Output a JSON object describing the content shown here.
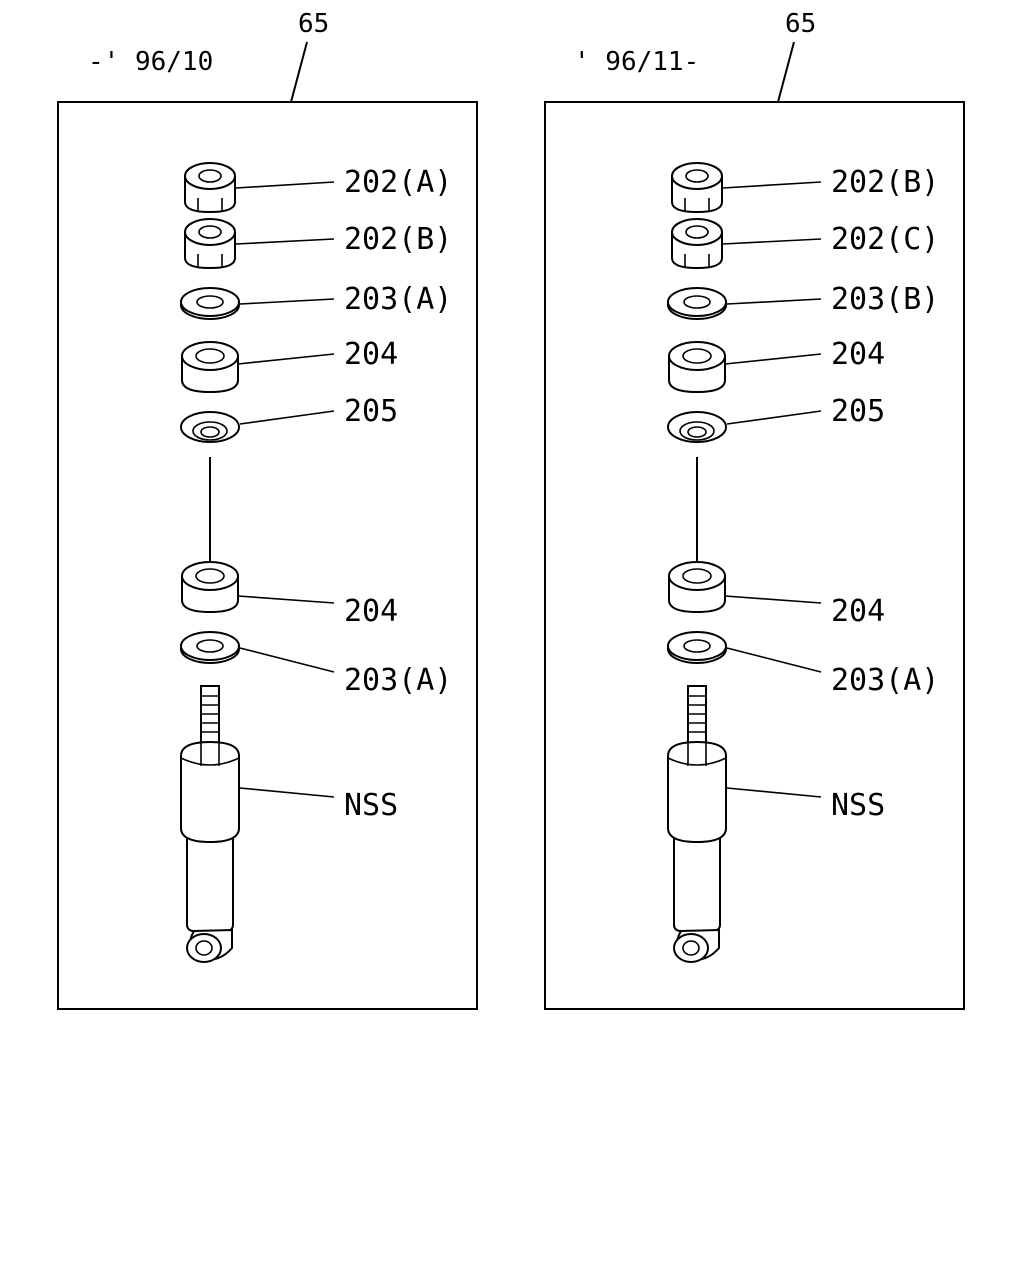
{
  "panels": [
    {
      "ref": "65",
      "date_range": "-' 96/10",
      "parts": [
        "202(A)",
        "202(B)",
        "203(A)",
        "204",
        "205",
        "204",
        "203(A)",
        "NSS"
      ]
    },
    {
      "ref": "65",
      "date_range": "' 96/11-",
      "parts": [
        "202(B)",
        "202(C)",
        "203(B)",
        "204",
        "205",
        "204",
        "203(A)",
        "NSS"
      ]
    }
  ]
}
